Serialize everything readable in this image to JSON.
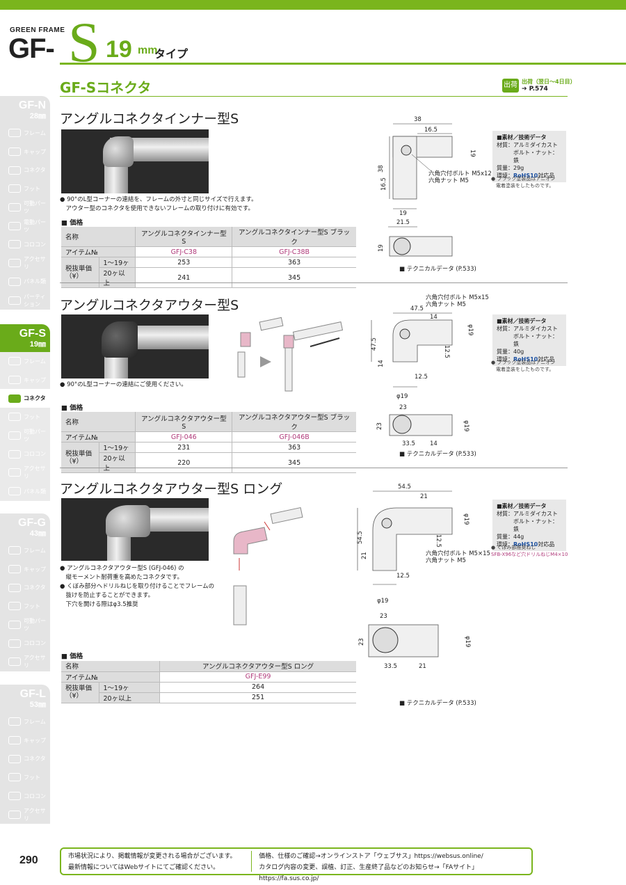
{
  "header": {
    "brand_small": "GREEN FRAME",
    "brand_gf": "GF-",
    "brand_s": "S",
    "brand_size": "19",
    "brand_unit": "mm",
    "brand_type": "タイプ"
  },
  "section": {
    "title": "GF-Sコネクタ",
    "ship_icon": "出荷",
    "ship_text": "出荷（翌日〜4日目）",
    "ship_ref": "➔ P.574"
  },
  "sidebar": [
    {
      "name": "GF-N",
      "size": "28㎜",
      "active": false,
      "items": [
        "フレーム",
        "キャップ",
        "コネクタ",
        "フット",
        "可動パーツ",
        "電動パーツ",
        "コロコン",
        "アクセサリ",
        "パネル類",
        "パーティション"
      ]
    },
    {
      "name": "GF-S",
      "size": "19㎜",
      "active": true,
      "items": [
        "フレーム",
        "キャップ",
        "コネクタ",
        "フット",
        "可動パーツ",
        "コロコン",
        "アクセサリ",
        "パネル類"
      ]
    },
    {
      "name": "GF-G",
      "size": "43㎜",
      "active": false,
      "items": [
        "フレーム",
        "キャップ",
        "コネクタ",
        "フット",
        "可動パーツ",
        "コロコン",
        "アクセサリ"
      ]
    },
    {
      "name": "GF-L",
      "size": "53㎜",
      "active": false,
      "items": [
        "フレーム",
        "キャップ",
        "コネクタ",
        "フット",
        "コロコン",
        "アクセサリ"
      ]
    }
  ],
  "products": [
    {
      "title": "アングルコネクタインナー型S",
      "bullets": [
        "● 90°のL型コーナーの連結を、フレームの外寸と同じサイズで行えます。",
        "　アウター型のコネクタを使用できないフレームの取り付けに有効です。"
      ],
      "price_label": "■ 価格",
      "table": {
        "name_label": "名称",
        "item_label": "アイテム№",
        "price_label_1": "税抜単価",
        "price_label_2": "（¥）",
        "qty1": "1〜19ヶ",
        "qty2": "20ヶ以上",
        "cols": [
          {
            "name": "アングルコネクタインナー型S",
            "code": "GFJ-C38",
            "p1": "253",
            "p2": "241"
          },
          {
            "name": "アングルコネクタインナー型S ブラック",
            "code": "GFJ-C38B",
            "p1": "363",
            "p2": "345"
          }
        ]
      },
      "spec": {
        "title": "■素材／技術データ",
        "material": "材質：アルミダイカスト",
        "material2": "ボルト・ナット：鉄",
        "weight": "質量：29g",
        "env_pre": "環境：",
        "rohs": "RoHS10",
        "env_post": "対応品"
      },
      "note": [
        "● ブラック塗装品はアニオン",
        "　電着塗装をしたものです。"
      ],
      "tech": "■ テクニカルデータ (P.533)",
      "dims": {
        "d38": "38",
        "d165": "16.5",
        "d19": "19",
        "d38v": "38",
        "d165v": "16.5",
        "d19b": "19",
        "d215": "21.5",
        "d19s": "19",
        "bolt": "六角穴付ボルト M5x12",
        "nut": "六角ナット M5"
      }
    },
    {
      "title": "アングルコネクタアウター型S",
      "bullets": [
        "● 90°のL型コーナーの連結にご使用ください。"
      ],
      "price_label": "■ 価格",
      "table": {
        "name_label": "名称",
        "item_label": "アイテム№",
        "price_label_1": "税抜単価",
        "price_label_2": "（¥）",
        "qty1": "1〜19ヶ",
        "qty2": "20ヶ以上",
        "cols": [
          {
            "name": "アングルコネクタアウター型S",
            "code": "GFJ-046",
            "p1": "231",
            "p2": "220"
          },
          {
            "name": "アングルコネクタアウター型S ブラック",
            "code": "GFJ-046B",
            "p1": "363",
            "p2": "345"
          }
        ]
      },
      "spec": {
        "title": "■素材／技術データ",
        "material": "材質：アルミダイカスト",
        "material2": "ボルト・ナット：鉄",
        "weight": "質量：40g",
        "env_pre": "環境：",
        "rohs": "RoHS10",
        "env_post": "対応品"
      },
      "note": [
        "● ブラック塗装品はアニオン",
        "　電着塗装をしたものです。"
      ],
      "tech": "■ テクニカルデータ (P.533)",
      "dims": {
        "bolt": "六角穴付ボルト M5x15",
        "nut": "六角ナット M5",
        "d475": "47.5",
        "d14": "14",
        "d19": "φ19",
        "d125": "12.5",
        "d475v": "47.5",
        "d14v": "14",
        "d125b": "12.5",
        "d19b": "φ19",
        "d23": "23",
        "d23v": "23",
        "d19s": "φ19",
        "d335": "33.5",
        "d14s": "14"
      }
    },
    {
      "title": "アングルコネクタアウター型S ロング",
      "bullets": [
        "● アングルコネクタアウター型S (GFJ-046) の",
        "　縦モーメント耐荷重を高めたコネクタです。",
        "● くぼみ部分へドリルねじを取り付けることでフレームの",
        "　抜けを防止することができます。",
        "　下穴を開ける際はφ3.5推奨"
      ],
      "price_label": "■ 価格",
      "table": {
        "name_label": "名称",
        "item_label": "アイテム№",
        "price_label_1": "税抜単価",
        "price_label_2": "（¥）",
        "qty1": "1〜19ヶ",
        "qty2": "20ヶ以上",
        "cols": [
          {
            "name": "アングルコネクタアウター型S ロング",
            "code": "GFJ-E99",
            "p1": "264",
            "p2": "251"
          }
        ]
      },
      "spec": {
        "title": "■素材／技術データ",
        "material": "材質：アルミダイカスト",
        "material2": "ボルト・ナット：鉄",
        "weight": "質量：44g",
        "env_pre": "環境：",
        "rohs": "RoHS10",
        "env_post": "対応品"
      },
      "note": [
        "● くぼみ部推奨ねじ",
        "SFB-X96など穴ドリルねじM4×10"
      ],
      "tech": "■ テクニカルデータ (P.533)",
      "dims": {
        "d545": "54.5",
        "d21": "21",
        "d19": "φ19",
        "d125": "12.5",
        "d545v": "54.5",
        "d21v": "21",
        "d125b": "12.5",
        "d19b": "φ19",
        "bolt": "六角穴付ボルト M5×15",
        "nut": "六角ナット M5",
        "d23": "23",
        "d23v": "23",
        "d19s": "φ19",
        "d335": "33.5",
        "d21s": "21"
      }
    }
  ],
  "footer": {
    "page": "290",
    "left1": "市場状況により、掲載情報が変更される場合がございます。",
    "left2": "最新情報についてはWebサイトにてご確認ください。",
    "right1": "価格、仕様のご確認→オンラインストア「ウェブサス」https://websus.online/",
    "right2": "カタログ内容の変更、誤植、訂正、生産終了品などのお知らせ→「FAサイト」https://fa.sus.co.jp/"
  },
  "colors": {
    "accent": "#6aab1a",
    "highlight": "#b03a7a",
    "rohs": "#1a4fa0"
  }
}
